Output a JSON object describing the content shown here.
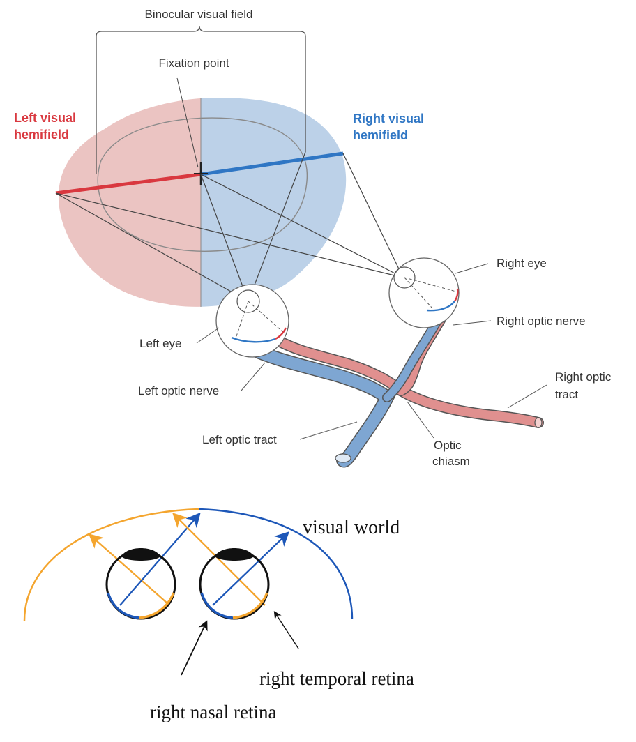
{
  "top_diagram": {
    "labels": {
      "binocular_visual_field": "Binocular visual field",
      "fixation_point": "Fixation point",
      "left_visual_hemifield_line1": "Left visual",
      "left_visual_hemifield_line2": "hemifield",
      "right_visual_hemifield_line1": "Right visual",
      "right_visual_hemifield_line2": "hemifield",
      "right_eye": "Right eye",
      "right_optic_nerve": "Right optic nerve",
      "left_eye": "Left eye",
      "left_optic_nerve": "Left optic nerve",
      "right_optic_tract_line1": "Right optic",
      "right_optic_tract_line2": "tract",
      "left_optic_tract": "Left optic tract",
      "optic_chiasm_line1": "Optic",
      "optic_chiasm_line2": "chiasm"
    },
    "colors": {
      "left_field_fill": "#ebc4c2",
      "right_field_fill": "#bcd1e8",
      "left_accent": "#d9383f",
      "right_accent": "#2f76c4",
      "nerve_red": "#e0908f",
      "nerve_blue": "#7ea6d2",
      "outline": "#555555"
    }
  },
  "bottom_diagram": {
    "labels": {
      "visual_world": "visual world",
      "right_temporal_retina": "right temporal retina",
      "right_nasal_retina": "right nasal retina"
    },
    "colors": {
      "orange": "#f4a52e",
      "blue": "#1d57b8"
    }
  }
}
